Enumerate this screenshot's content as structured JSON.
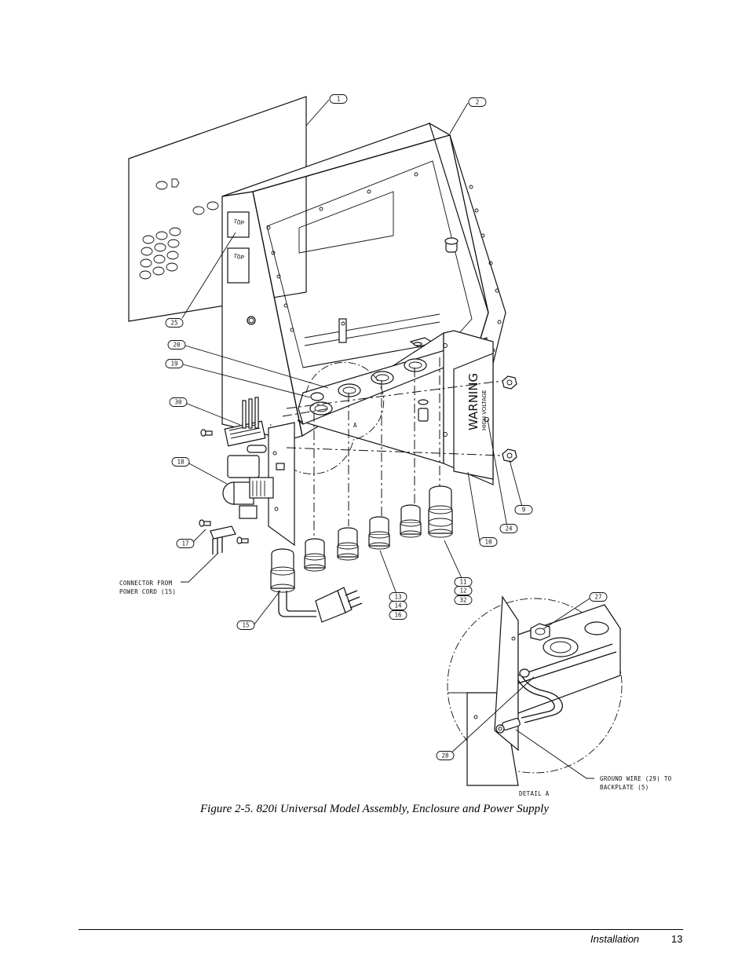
{
  "figure": {
    "caption": "Figure 2-5. 820i Universal Model Assembly, Enclosure and Power Supply",
    "balloons": [
      "1",
      "2",
      "25",
      "20",
      "19",
      "30",
      "18",
      "17",
      "15",
      "13",
      "14",
      "16",
      "11",
      "12",
      "32",
      "10",
      "24",
      "9",
      "27",
      "28"
    ],
    "labels": {
      "top_1": "TOP",
      "top_2": "TOP",
      "warning": "WARNING",
      "high_voltage": "HIGH VOLTAGE",
      "detail_marker": "A",
      "connector_line1": "CONNECTOR FROM",
      "connector_line2": "POWER CORD (15)",
      "ground_line1": "GROUND WIRE (29) TO",
      "ground_line2": "BACKPLATE (5)",
      "detail_title": "DETAIL A"
    }
  },
  "footer": {
    "section": "Installation",
    "page_number": "13"
  }
}
